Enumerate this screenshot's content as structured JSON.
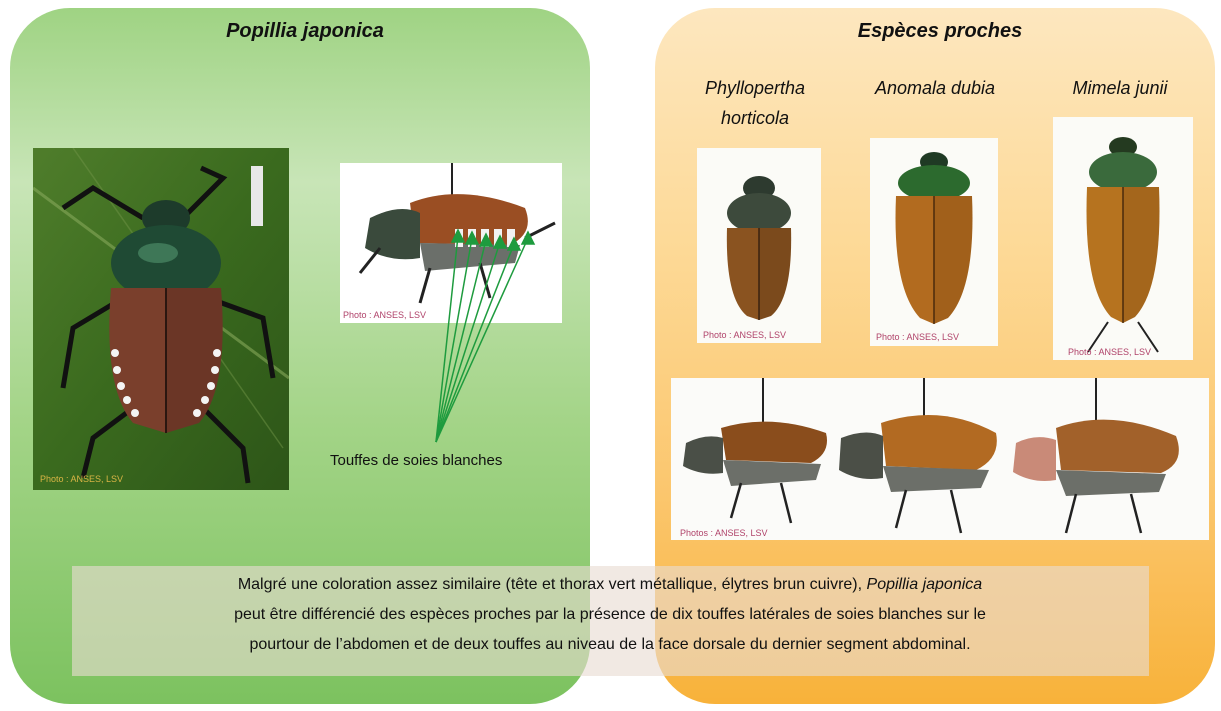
{
  "left_panel": {
    "title": "Popillia japonica",
    "photo_credit_main": "Photo : ANSES, LSV",
    "photo_credit_side": "Photo : ANSES, LSV",
    "callout_label": "Touffes de soies blanches"
  },
  "right_panel": {
    "title": "Espèces proches",
    "species": [
      {
        "name_line1": "Phyllopertha",
        "name_line2": "horticola",
        "credit": "Photo : ANSES, LSV"
      },
      {
        "name_line1": "Anomala dubia",
        "name_line2": "",
        "credit": "Photo : ANSES, LSV"
      },
      {
        "name_line1": "Mimela junii",
        "name_line2": "",
        "credit": "Photo : ANSES, LSV"
      }
    ],
    "side_photos_credit": "Photos : ANSES, LSV"
  },
  "caption": {
    "part1": "Malgré une coloration assez similaire (tête et thorax vert métallique, élytres brun cuivre), ",
    "species_italic": "Popillia japonica",
    "part2_line2": "peut être différencié des espèces proches par la présence de dix touffes latérales de soies blanches sur le",
    "part3_line3": "pourtour de l’abdomen et de deux touffes au niveau de la face dorsale du dernier segment abdominal."
  },
  "colors": {
    "green_panel": "#a3d487",
    "orange_panel": "#fbc66d",
    "arrow_green": "#1e9b3e",
    "credit_pink": "#b0436a"
  }
}
